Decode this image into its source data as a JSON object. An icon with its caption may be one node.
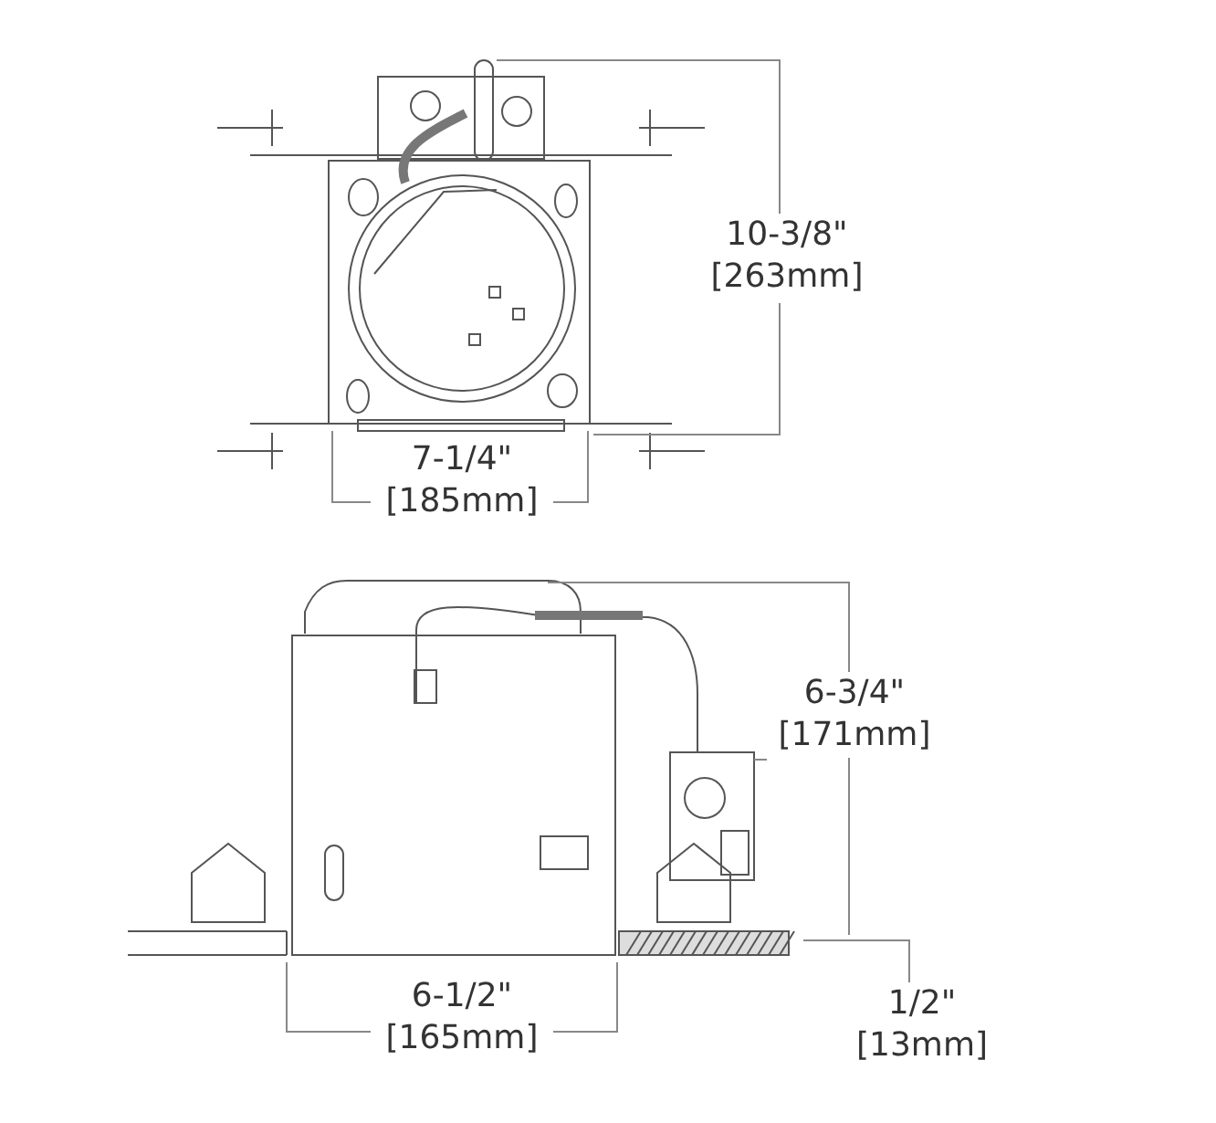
{
  "diagram": {
    "labels": [
      "10-3/8\" [263mm]",
      "7-1/4\" [185mm]",
      "6-3/4\" [171mm]",
      "6-1/2\" [165mm]",
      "1/2\" [13mm]"
    ]
  }
}
